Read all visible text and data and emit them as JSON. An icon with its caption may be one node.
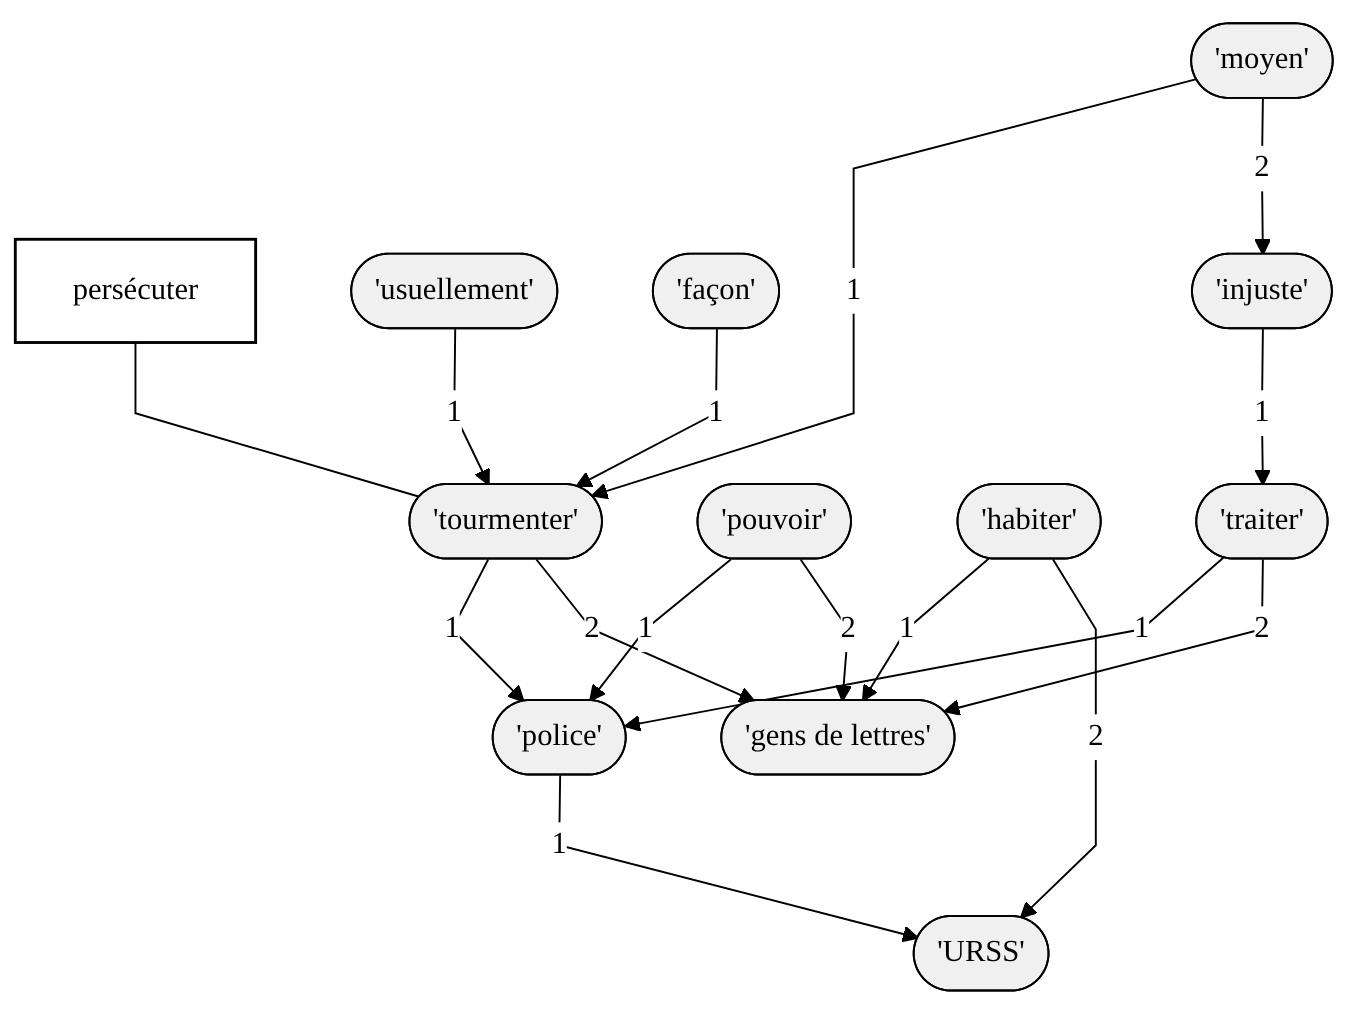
{
  "diagram": {
    "nodes": [
      {
        "text": [
          "persécuter"
        ]
      },
      {
        "text": [
          "'usuellement'"
        ]
      },
      {
        "text": [
          "'moyen'"
        ]
      },
      {
        "text": [
          "'tourmenter'"
        ]
      },
      {
        "text": [
          "'façon'"
        ]
      },
      {
        "text": [
          "'gens de lettres'"
        ]
      },
      {
        "text": [
          "'police'"
        ]
      },
      {
        "text": [
          "'pouvoir'"
        ]
      },
      {
        "text": [
          "'habiter'"
        ]
      },
      {
        "text": [
          "'injuste'"
        ]
      },
      {
        "text": [
          "'traiter'"
        ]
      },
      {
        "text": [
          "'URSS'"
        ]
      }
    ],
    "edges": [
      {
        "from": 0,
        "to": 3,
        "arrow": "none"
      },
      {
        "from": 1,
        "to": 3,
        "arrow": "to",
        "label": "1"
      },
      {
        "from": 2,
        "to": 3,
        "arrow": "to",
        "label": "1"
      },
      {
        "from": 2,
        "to": 9,
        "arrow": "to",
        "label": "2"
      },
      {
        "from": 4,
        "to": 3,
        "arrow": "to",
        "label": "1"
      },
      {
        "from": 3,
        "to": 6,
        "arrow": "to",
        "label": "1"
      },
      {
        "from": 3,
        "to": 5,
        "arrow": "to",
        "label": "2"
      },
      {
        "from": 7,
        "to": 6,
        "arrow": "to",
        "label": "1"
      },
      {
        "from": 7,
        "to": 5,
        "arrow": "to",
        "label": "2"
      },
      {
        "from": 8,
        "to": 5,
        "arrow": "to",
        "label": "1"
      },
      {
        "from": 8,
        "to": 11,
        "arrow": "to",
        "label": "2"
      },
      {
        "from": 9,
        "to": 10,
        "arrow": "to",
        "label": "1"
      },
      {
        "from": 10,
        "to": 6,
        "arrow": "to",
        "label": "1"
      },
      {
        "from": 10,
        "to": 5,
        "arrow": "to",
        "label": "2"
      },
      {
        "from": 6,
        "to": 11,
        "arrow": "to",
        "label": "1"
      }
    ]
  }
}
